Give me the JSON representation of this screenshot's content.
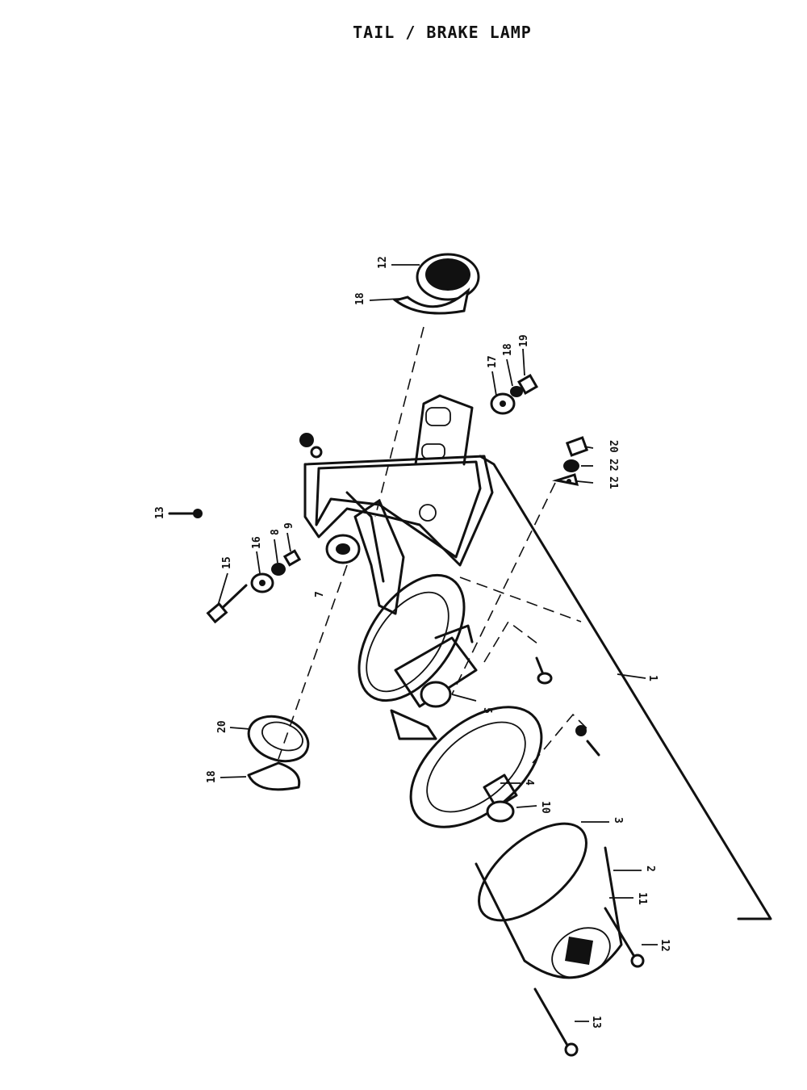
{
  "title": "TAIL / BRAKE LAMP",
  "callouts": [
    {
      "id": "c12a",
      "label": "12"
    },
    {
      "id": "c18a",
      "label": "18"
    },
    {
      "id": "c17",
      "label": "17"
    },
    {
      "id": "c18b",
      "label": "18"
    },
    {
      "id": "c19",
      "label": "19"
    },
    {
      "id": "c20a",
      "label": "20"
    },
    {
      "id": "c22",
      "label": "22"
    },
    {
      "id": "c21",
      "label": "21"
    },
    {
      "id": "c13a",
      "label": "13"
    },
    {
      "id": "c16",
      "label": "16"
    },
    {
      "id": "c8",
      "label": "8"
    },
    {
      "id": "c9",
      "label": "9"
    },
    {
      "id": "c15",
      "label": "15"
    },
    {
      "id": "c7",
      "label": "7"
    },
    {
      "id": "c5",
      "label": "5"
    },
    {
      "id": "c1",
      "label": "1"
    },
    {
      "id": "c20b",
      "label": "20"
    },
    {
      "id": "c18c",
      "label": "18"
    },
    {
      "id": "c4",
      "label": "4"
    },
    {
      "id": "c10",
      "label": "10"
    },
    {
      "id": "c3",
      "label": "3"
    },
    {
      "id": "c2",
      "label": "2"
    },
    {
      "id": "c11",
      "label": "11"
    },
    {
      "id": "c12b",
      "label": "12"
    },
    {
      "id": "c13b",
      "label": "13"
    }
  ]
}
